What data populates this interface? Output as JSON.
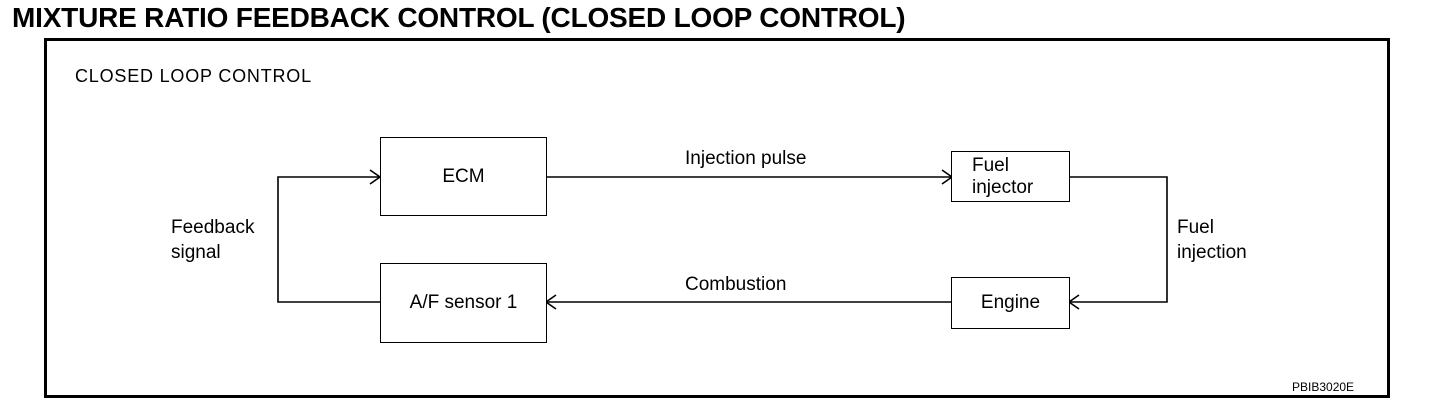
{
  "title": "MIXTURE RATIO FEEDBACK CONTROL (CLOSED LOOP CONTROL)",
  "section_label": "CLOSED LOOP CONTROL",
  "nodes": {
    "ecm": "ECM",
    "fuel_injector": [
      "Fuel",
      "injector"
    ],
    "engine": "Engine",
    "af_sensor": "A/F sensor 1"
  },
  "edge_labels": {
    "injection_pulse": "Injection pulse",
    "fuel_injection": [
      "Fuel",
      "injection"
    ],
    "combustion": "Combustion",
    "feedback_signal": [
      "Feedback",
      "signal"
    ]
  },
  "figure_code": "PBIB3020E"
}
